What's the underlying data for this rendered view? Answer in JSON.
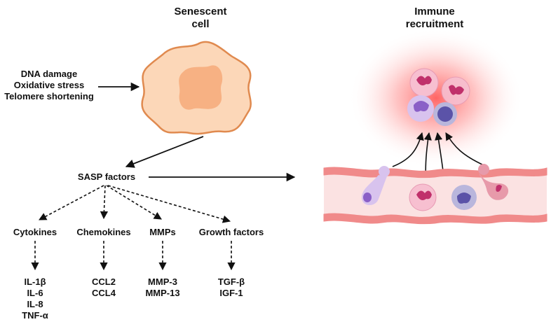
{
  "titles": {
    "senescent_line1": "Senescent",
    "senescent_line2": "cell",
    "immune_line1": "Immune",
    "immune_line2": "recruitment"
  },
  "stressors": [
    "DNA damage",
    "Oxidative stress",
    "Telomere shortening"
  ],
  "sasp_label": "SASP factors",
  "categories": [
    {
      "name": "Cytokines",
      "items": [
        "IL-1β",
        "IL-6",
        "IL-8",
        "TNF-α"
      ]
    },
    {
      "name": "Chemokines",
      "items": [
        "CCL2",
        "CCL4"
      ]
    },
    {
      "name": "MMPs",
      "items": [
        "MMP-3",
        "MMP-13"
      ]
    },
    {
      "name": "Growth factors",
      "items": [
        "TGF-β",
        "IGF-1"
      ]
    }
  ],
  "colors": {
    "cell_fill": "#fcd7b8",
    "cell_outline": "#e08a4f",
    "nucleus": "#f7b183",
    "glow": "#ff5a5a",
    "vessel_fill": "#fbe2e2",
    "vessel_wall": "#f08a8a",
    "neutrophil": "#f7bfd0",
    "neutrophil_nucleus": "#c0306b",
    "monocyte": "#d8c3ee",
    "monocyte_nucleus": "#8a5fc7",
    "lymphocyte": "#b9b6dc",
    "lymphocyte_nucleus": "#5b53a8",
    "arrow": "#111111"
  }
}
